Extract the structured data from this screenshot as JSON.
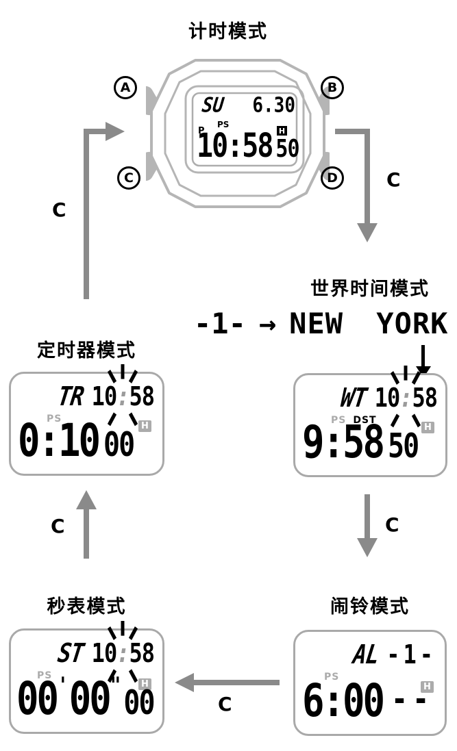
{
  "colors": {
    "arrow_gray": "#8a8a8a",
    "watch_case_gray": "#b5b5b5",
    "lcd_border_gray": "#a9a9a9",
    "indicator_gray": "#ababab",
    "text_black": "#000000"
  },
  "glyphs": {
    "colon": ":"
  },
  "arrows": {
    "mode_button_label": "C"
  },
  "timekeeping": {
    "title": "计时模式",
    "buttons": {
      "a": "A",
      "b": "B",
      "c": "C",
      "d": "D"
    },
    "lcd": {
      "day": "SU",
      "date": "6.30",
      "p": "P",
      "ps": "PS",
      "time": "10:58",
      "seconds": "50",
      "h": "H"
    }
  },
  "world_time": {
    "title": "世界时间模式",
    "city_code": "-1-",
    "city_arrow": "→",
    "city_name": "NEW YORK",
    "lcd": {
      "mode": "WT",
      "small_hh": "10",
      "small_mm": "58",
      "ps": "PS",
      "dst": "DST",
      "time": "9:58",
      "seconds": "50",
      "h": "H"
    }
  },
  "timer": {
    "title": "定时器模式",
    "lcd": {
      "mode": "TR",
      "small_hh": "10",
      "small_mm": "58",
      "ps": "PS",
      "time": "0:10",
      "seconds": "00",
      "h": "H"
    }
  },
  "stopwatch": {
    "title": "秒表模式",
    "lcd": {
      "mode": "ST",
      "small_hh": "10",
      "small_mm": "58",
      "ps": "PS",
      "minutes": "00",
      "min_mark": "'",
      "seconds": "00",
      "sec_mark": "\"",
      "hundredths": "00",
      "h": "H"
    }
  },
  "alarm": {
    "title": "闹铃模式",
    "lcd": {
      "mode": "AL",
      "alarm_number": "-1-",
      "ps": "PS",
      "time": "6:00",
      "seconds": "--",
      "h": "H"
    }
  }
}
